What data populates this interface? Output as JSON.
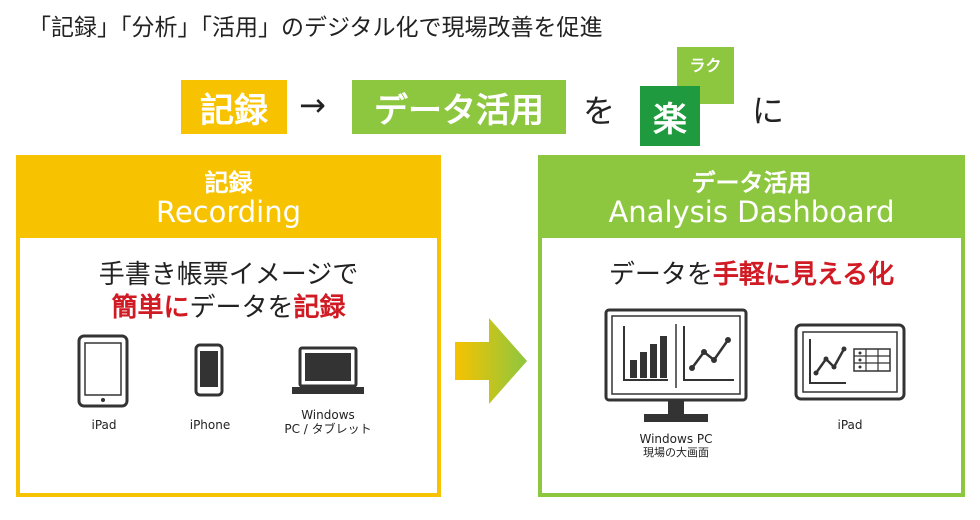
{
  "headline": "「記録」「分析」「活用」のデジタル化で現場改善を促進",
  "flow": {
    "record": "記録",
    "arrow": "→",
    "data_use": "データ活用",
    "wo": "を",
    "raku": "楽",
    "raku_ruby": "ラク",
    "ni": "に"
  },
  "left_panel": {
    "title_jp": "記録",
    "title_en": "Recording",
    "line1": "手書き帳票イメージで",
    "line2_red1": "簡単に",
    "line2_mid": "データを",
    "line2_red2": "記録",
    "devices": [
      {
        "label1": "iPad",
        "label2": "",
        "icon": "tablet-icon"
      },
      {
        "label1": "iPhone",
        "label2": "",
        "icon": "smartphone-icon"
      },
      {
        "label1": "Windows",
        "label2": "PC / タブレット",
        "icon": "laptop-icon"
      }
    ]
  },
  "right_panel": {
    "title_jp": "データ活用",
    "title_en": "Analysis Dashboard",
    "line1_pre": "データを",
    "line1_red": "手軽に見える化",
    "devices": [
      {
        "label1": "Windows PC",
        "label2": "現場の大画面",
        "icon": "monitor-icon"
      },
      {
        "label1": "iPad",
        "label2": "",
        "icon": "tablet-dashboard-icon"
      }
    ]
  },
  "colors": {
    "yellow": "#f7c200",
    "green": "#8dc73f",
    "dark_green": "#1f9a3e",
    "red": "#d11b24",
    "arrow_start": "#f7c200",
    "arrow_end": "#8dc73f"
  }
}
